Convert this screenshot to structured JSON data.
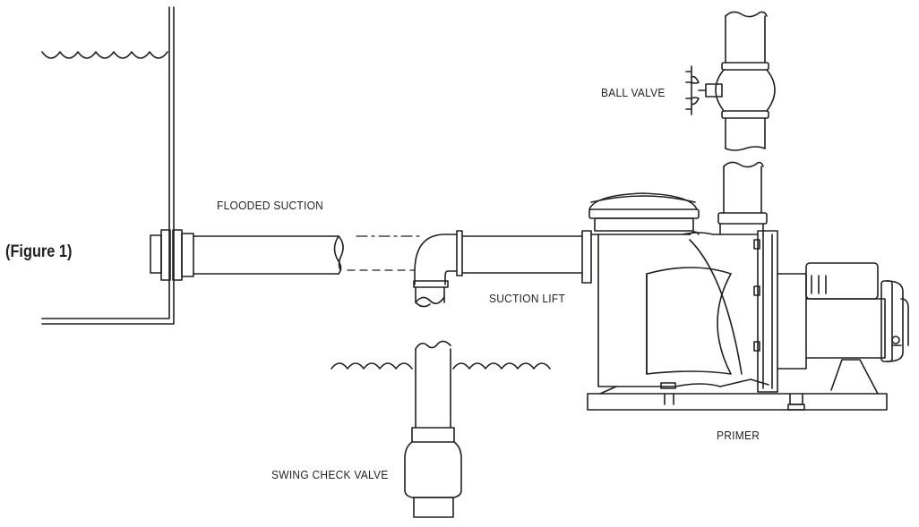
{
  "figure_label": "(Figure 1)",
  "labels": {
    "ball_valve": "BALL VALVE",
    "flooded_suction": "FLOODED SUCTION",
    "suction_lift": "SUCTION LIFT",
    "swing_check_valve": "SWING CHECK VALVE",
    "primer": "PRIMER"
  },
  "colors": {
    "line": "#231f20",
    "background": "#ffffff"
  }
}
